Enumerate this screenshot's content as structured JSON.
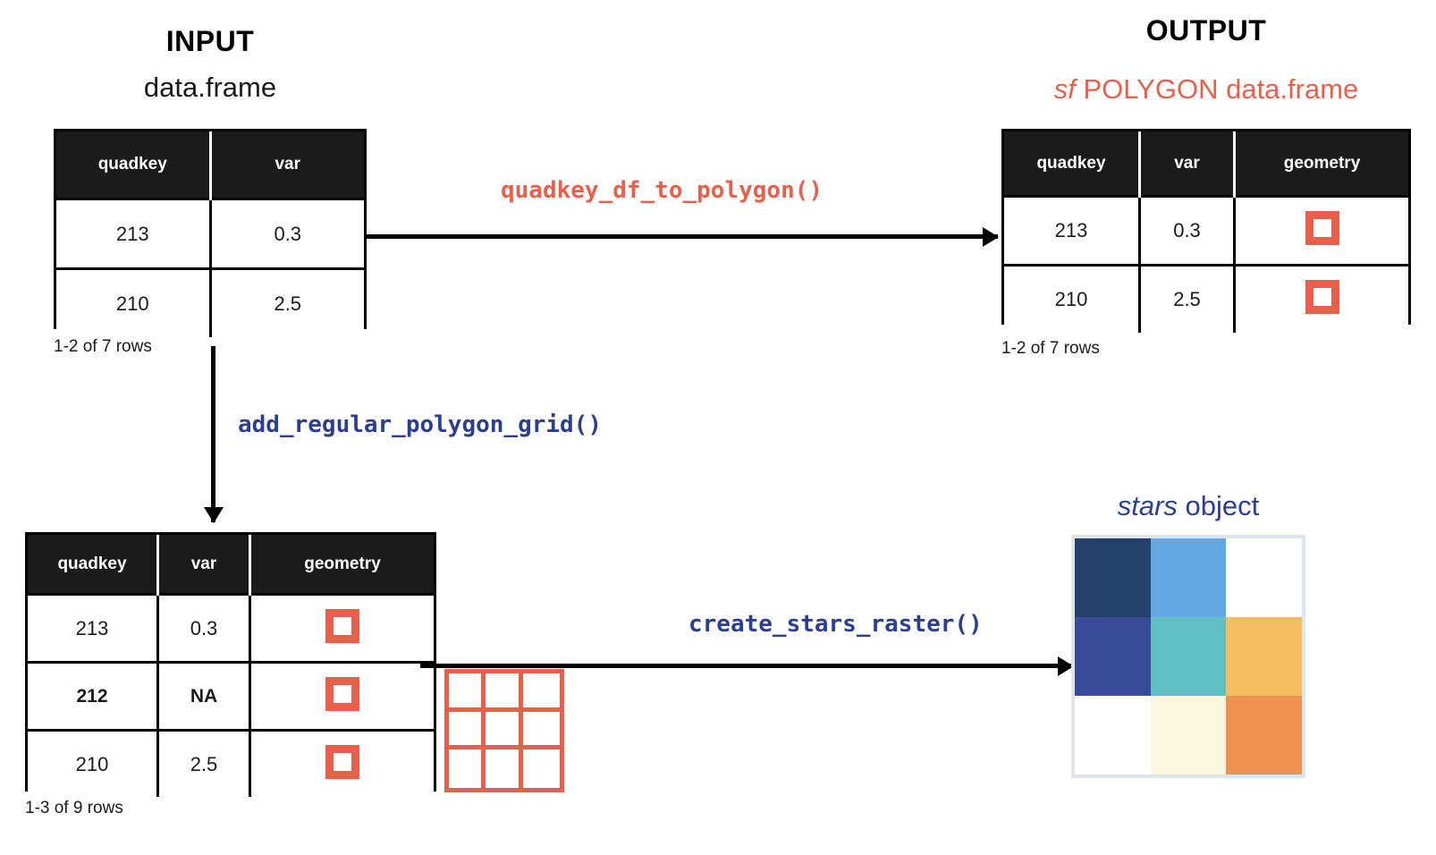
{
  "colors": {
    "accent_red": "#e8604c",
    "accent_navy": "#2c3e8f",
    "header_bg": "#1b1b1b",
    "raster_frame": "#dfe3ea"
  },
  "input_panel": {
    "title": "INPUT",
    "subtitle": "data.frame",
    "columns": [
      "quadkey",
      "var"
    ],
    "rows": [
      {
        "quadkey": "213",
        "var": "0.3"
      },
      {
        "quadkey": "210",
        "var": "2.5"
      }
    ],
    "rows_caption": "1-2 of 7 rows"
  },
  "output_panel": {
    "title": "OUTPUT",
    "subtitle_italic": "sf",
    "subtitle_rest": " POLYGON data.frame",
    "columns": [
      "quadkey",
      "var",
      "geometry"
    ],
    "rows": [
      {
        "quadkey": "213",
        "var": "0.3",
        "geometry": "polygon-square-icon"
      },
      {
        "quadkey": "210",
        "var": "2.5",
        "geometry": "polygon-square-icon"
      }
    ],
    "rows_caption": "1-2 of 7 rows"
  },
  "grid_panel": {
    "columns": [
      "quadkey",
      "var",
      "geometry"
    ],
    "rows": [
      {
        "quadkey": "213",
        "var": "0.3",
        "geometry": "polygon-square-icon",
        "bold": false
      },
      {
        "quadkey": "212",
        "var": "NA",
        "geometry": "polygon-square-icon",
        "bold": true
      },
      {
        "quadkey": "210",
        "var": "2.5",
        "geometry": "polygon-square-icon",
        "bold": false
      }
    ],
    "rows_caption": "1-3 of 9 rows",
    "grid_icon_name": "regular-polygon-grid-3x3-icon",
    "grid_cells": 9
  },
  "stars_panel": {
    "title_italic": "stars",
    "title_rest": " object",
    "raster": {
      "type": "heatmap",
      "nrow": 3,
      "ncol": 3,
      "cells": [
        "#26406c",
        "#63a8e3",
        "#ffffff",
        "#3a4b99",
        "#60bfc0",
        "#f5bd5f",
        "#ffffff",
        "#faf8df",
        "#ef9251"
      ]
    }
  },
  "functions": {
    "top": "quadkey_df_to_polygon()",
    "left": "add_regular_polygon_grid()",
    "bottom": "create_stars_raster()"
  },
  "arrows": {
    "input_to_output": "arrow-right-icon",
    "input_to_grid": "arrow-down-icon",
    "grid_to_stars": "arrow-right-icon"
  }
}
